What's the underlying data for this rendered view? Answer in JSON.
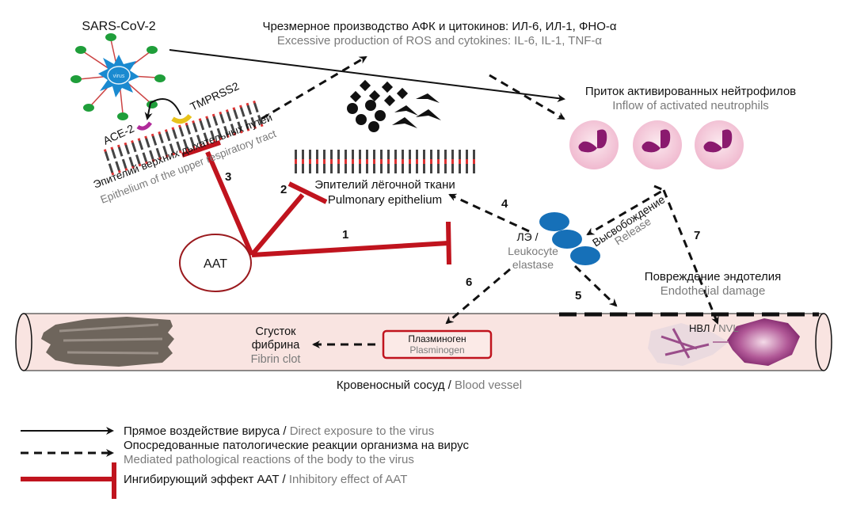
{
  "virus": {
    "label": "SARS-CoV-2",
    "core_label": "virus"
  },
  "receptors": {
    "ace2": "ACE-2",
    "tmprss2": "TMPRSS2"
  },
  "upper_epithelium": {
    "ru": "Эпителий верхних дыхательных путей",
    "en": "Epithelium of the upper respiratory tract"
  },
  "ros": {
    "ru": "Чрезмерное производство АФК и цитокинов: ИЛ-6, ИЛ-1, ФНО-α",
    "en": "Excessive production of ROS and cytokines: IL-6, IL-1, TNF-α"
  },
  "neutrophils": {
    "ru": "Приток активированных нейтрофилов",
    "en": "Inflow of activated neutrophils"
  },
  "pulmonary": {
    "ru": "Эпителий лёгочной ткани",
    "en": "Pulmonary epithelium"
  },
  "aat": {
    "label": "AAT"
  },
  "elastase": {
    "ru": "ЛЭ /",
    "en_line1": "Leukocyte",
    "en_line2": "elastase"
  },
  "release": {
    "ru": "Высвобождение",
    "en": "Release"
  },
  "endothelial": {
    "ru": "Повреждение эндотелия",
    "en": "Endothelial damage"
  },
  "nvl": {
    "ru": "НВЛ",
    "sep": " / ",
    "en": "NVL"
  },
  "plasminogen": {
    "ru": "Плазминоген",
    "en": "Plasminogen"
  },
  "fibrin": {
    "ru_line1": "Сгусток",
    "ru_line2": "фибрина",
    "en": "Fibrin clot"
  },
  "vessel": {
    "ru": "Кровеносный сосуд",
    "sep": " / ",
    "en": "Blood vessel"
  },
  "pathway_numbers": [
    "1",
    "2",
    "3",
    "4",
    "5",
    "6",
    "7"
  ],
  "legend": [
    {
      "type": "solid-arrow",
      "ru": "Прямое воздействие вируса",
      "sep": " / ",
      "en": "Direct exposure to the virus"
    },
    {
      "type": "dashed-arrow",
      "ru": "Опосредованные патологические реакции организма на вирус",
      "en": "Mediated pathological reactions of the body to the virus"
    },
    {
      "type": "inhibition",
      "ru": "Ингибирующий эффект AAT",
      "sep": " / ",
      "en": "Inhibitory effect of AAT"
    }
  ],
  "colors": {
    "inhibition": "#c0141e",
    "virus_core": "#1a8ad0",
    "spike": "#1f9e3a",
    "elastase": "#1670b8",
    "vessel": "#f9e4e1",
    "neutrophil_nucleus": "#8a1a6e"
  }
}
